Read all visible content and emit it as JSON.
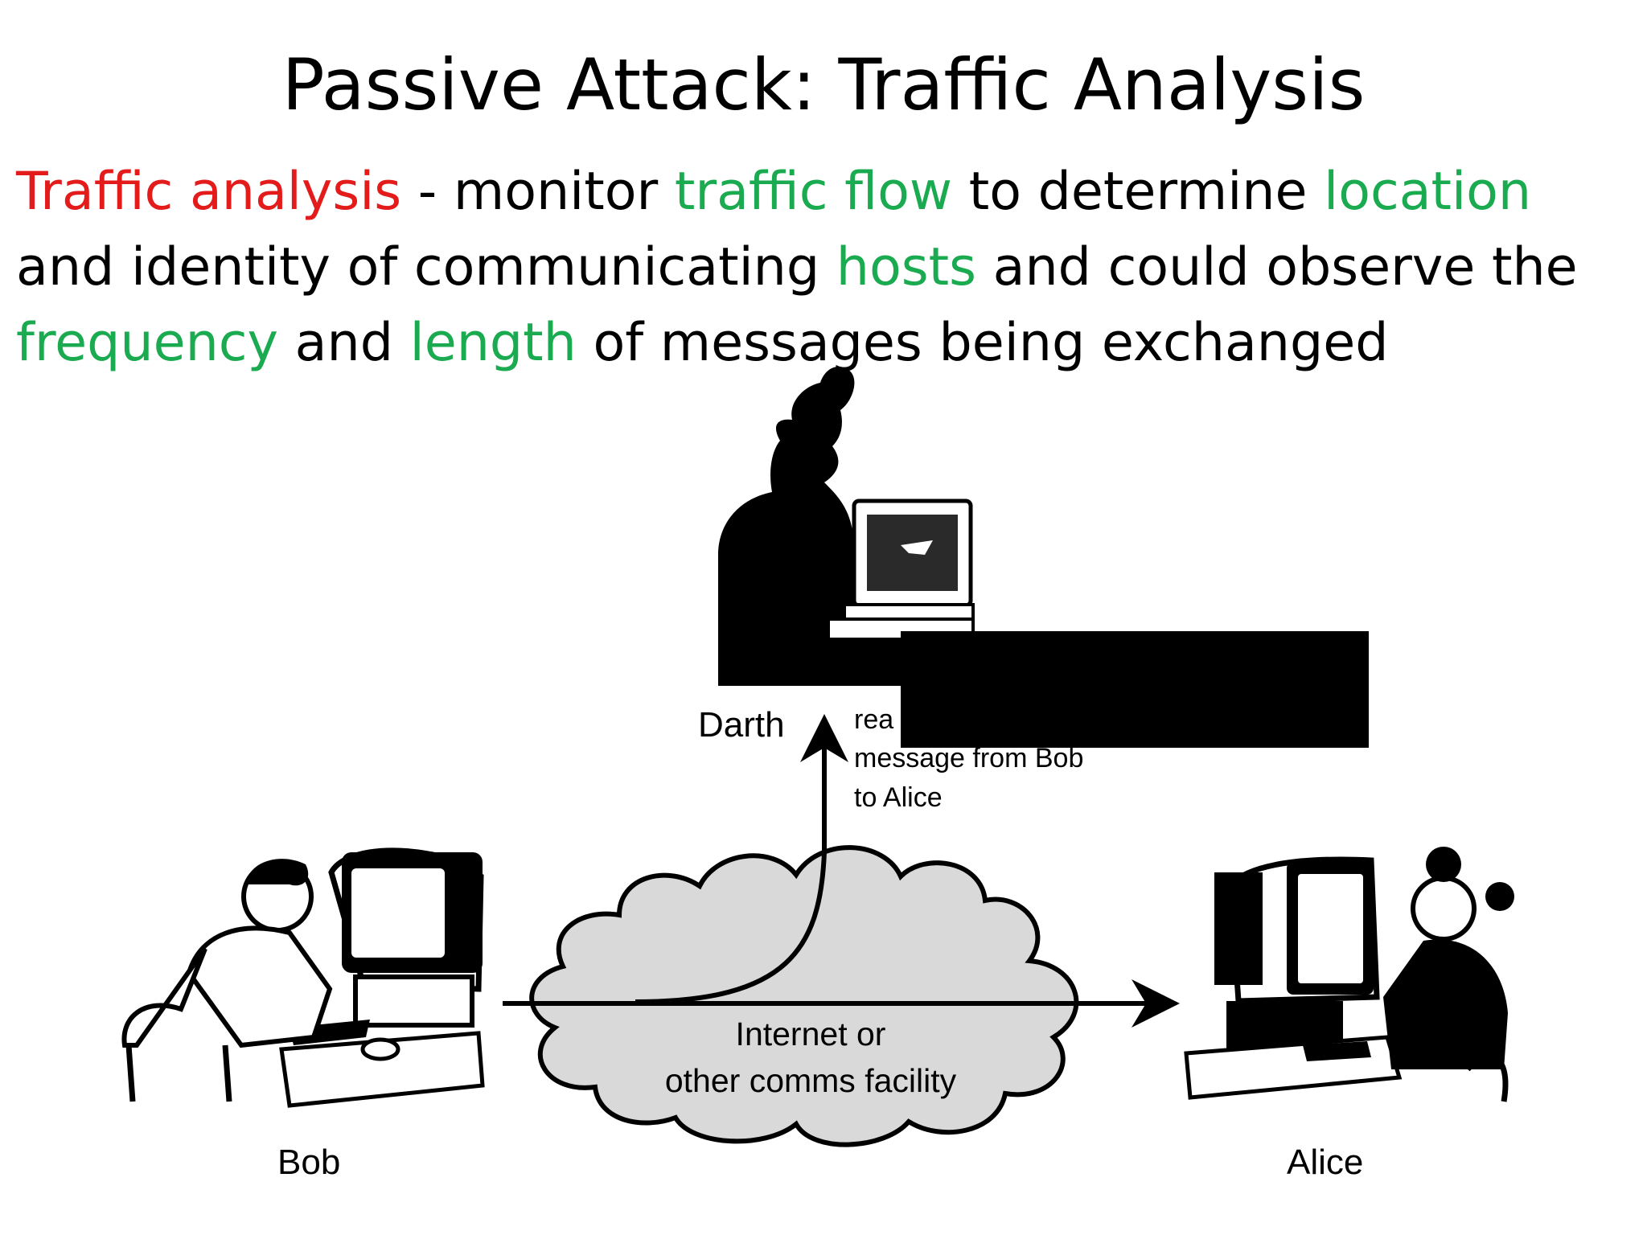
{
  "slide": {
    "title": "Passive Attack: Traffic Analysis",
    "paragraph": {
      "part1": "Traffic analysis",
      "part2": " - monitor ",
      "part3": "traffic flow",
      "part4": " to determine ",
      "part5": "location",
      "part6": " and identity of communicating ",
      "part7": "hosts",
      "part8": " and could observe the ",
      "part9": "frequency",
      "part10": " and ",
      "part11": "length",
      "part12": " of messages being exchanged"
    }
  },
  "diagram": {
    "darth_label": "Darth",
    "bob_label": "Bob",
    "alice_label": "Alice",
    "read_label_line1": "rea",
    "read_label_line2": "message from Bob",
    "read_label_line3": "to Alice",
    "cloud_label_line1": "Internet or",
    "cloud_label_line2": "other comms facility"
  },
  "colors": {
    "highlight_red": "#e31b1b",
    "highlight_green": "#1aaa4f",
    "cloud_fill": "#d9d9d9",
    "redaction": "#000000"
  }
}
